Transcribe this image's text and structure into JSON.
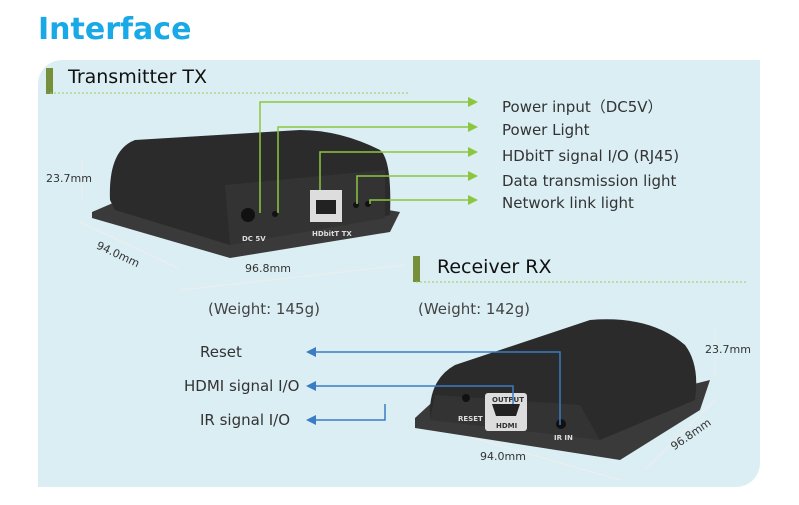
{
  "title": "Interface",
  "tx": {
    "heading": "Transmitter TX",
    "weight": "(Weight: 145g)",
    "labels": [
      "Power input（DC5V）",
      "Power Light",
      "HDbitT signal I/O (RJ45)",
      "Data transmission light",
      "Network link light"
    ],
    "dims": {
      "height": "23.7mm",
      "depth": "94.0mm",
      "width": "96.8mm"
    },
    "device_text": {
      "port1": "DC 5V",
      "port2": "HDbitT TX"
    }
  },
  "rx": {
    "heading": "Receiver RX",
    "weight": "(Weight: 142g)",
    "labels": [
      "Reset",
      "HDMI signal I/O",
      "IR signal I/O"
    ],
    "dims": {
      "height": "23.7mm",
      "width": "94.0mm",
      "depth": "96.8mm"
    },
    "device_text": {
      "reset": "RESET",
      "output": "OUTPUT",
      "hdmi": "HDMI",
      "ir": "IR IN"
    }
  },
  "colors": {
    "accent": "#18a9e6",
    "tx_line": "#8cc63f",
    "rx_line": "#3b7cc4",
    "panel": "#dbeef4"
  }
}
